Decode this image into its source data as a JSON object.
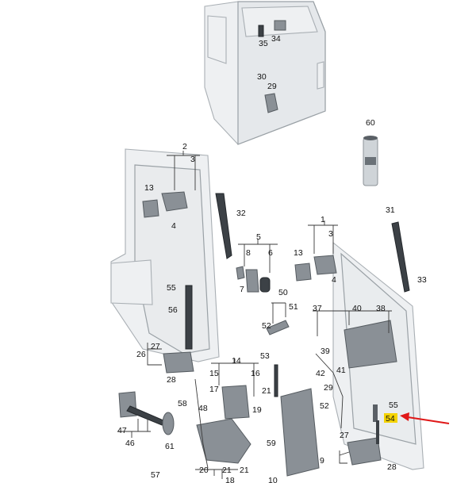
{
  "diagram": {
    "callouts": {
      "c1": "1",
      "c2": "2",
      "c3": "3",
      "c4a": "4",
      "c4b": "4",
      "c5": "5",
      "c6": "6",
      "c7": "7",
      "c8": "8",
      "c9": "9",
      "c10": "10",
      "c13a": "13",
      "c13b": "13",
      "c14": "14",
      "c15": "15",
      "c16": "16",
      "c17": "17",
      "c18": "18",
      "c19": "19",
      "c20": "20",
      "c21": "21",
      "c21b": "21",
      "c26": "26",
      "c27a": "27",
      "c27b": "27",
      "c28a": "28",
      "c28b": "28",
      "c29": "29",
      "c30": "30",
      "c31": "31",
      "c32": "32",
      "c33": "33",
      "c34": "34",
      "c35": "35",
      "c37": "37",
      "c38": "38",
      "c39": "39",
      "c40": "40",
      "c41": "41",
      "c42": "42",
      "c46": "46",
      "c47": "47",
      "c48": "48",
      "c50": "50",
      "c51": "51",
      "c52": "52",
      "c53": "53",
      "c54": "54",
      "c55a": "55",
      "c55b": "55",
      "c56": "56",
      "c57": "57",
      "c58": "58",
      "c59": "59",
      "c60": "60",
      "c61": "61"
    },
    "highlighted_part": "54",
    "highlight_color": "#f5d400",
    "pointer_color": "#e01818"
  }
}
